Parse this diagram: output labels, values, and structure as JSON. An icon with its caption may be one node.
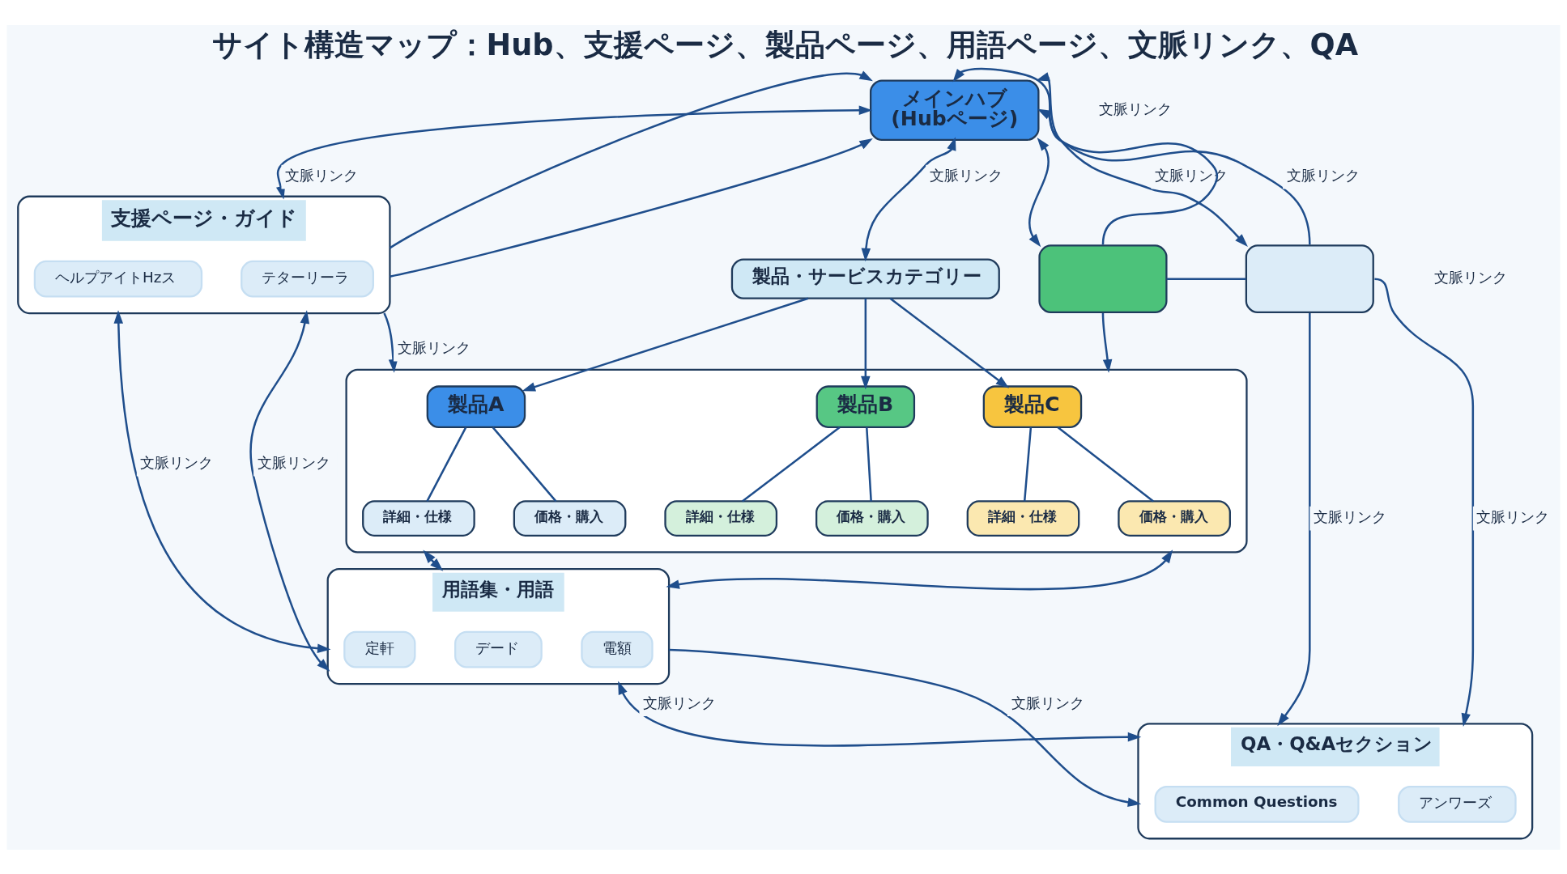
{
  "diagram": {
    "title": "サイト構造マップ：Hub、支援ページ、製品ページ、用語ページ、文脈リンク、QA",
    "nodes": [
      {
        "text": [
          "支援ページ・ガイド"
        ]
      },
      {
        "text": [
          "ヘルプアイトHzス"
        ],
        "in": 0
      },
      {
        "text": [
          "テターリーラ"
        ],
        "in": 0
      },
      {
        "text": [
          "メインハブ",
          "(Hubページ)"
        ]
      },
      {
        "text": [],
        "shape": "box"
      },
      {
        "text": [],
        "shape": "box"
      },
      {
        "text": [
          "製品・サービスカテゴリー"
        ]
      },
      {
        "text": [],
        "shape": "box"
      },
      {
        "text": [
          "製品A"
        ],
        "in": 7
      },
      {
        "text": [
          "詳細・仕様"
        ],
        "in": 7
      },
      {
        "text": [
          "価格・購入"
        ],
        "in": 7
      },
      {
        "text": [
          "製品B"
        ],
        "in": 7
      },
      {
        "text": [
          "詳細・仕様"
        ],
        "in": 7
      },
      {
        "text": [
          "価格・購入"
        ],
        "in": 7
      },
      {
        "text": [
          "製品C"
        ],
        "in": 7
      },
      {
        "text": [
          "詳細・仕様"
        ],
        "in": 7
      },
      {
        "text": [
          "価格・購入"
        ],
        "in": 7
      },
      {
        "text": [
          "用語集・用語"
        ]
      },
      {
        "text": [
          "定軒"
        ],
        "in": 17
      },
      {
        "text": [
          "デード"
        ],
        "in": 17
      },
      {
        "text": [
          "電額"
        ],
        "in": 17
      },
      {
        "text": [
          "QA・Q&Aセクション"
        ]
      },
      {
        "text": [
          "Common Questions"
        ],
        "in": 21
      },
      {
        "text": [
          "アンワーズ"
        ],
        "in": 21
      }
    ],
    "edges": [
      {
        "from": 0,
        "to": 3,
        "arrow": "both",
        "label": "文脈リンク"
      },
      {
        "from": 0,
        "to": 3,
        "arrow": "to"
      },
      {
        "from": 0,
        "to": 3,
        "arrow": "to"
      },
      {
        "from": 3,
        "to": 6,
        "arrow": "both",
        "label": "文脈リンク"
      },
      {
        "from": 5,
        "to": 3,
        "arrow": "to",
        "label": "文脈リンク"
      },
      {
        "from": 3,
        "to": 5,
        "arrow": "both",
        "label": "文脈リンク"
      },
      {
        "from": 3,
        "to": 4,
        "arrow": "both"
      },
      {
        "from": 4,
        "to": 3,
        "arrow": "to"
      },
      {
        "from": 4,
        "to": 5,
        "arrow": "none"
      },
      {
        "from": 5,
        "to": 21,
        "arrow": "to",
        "label": "文脈リンク"
      },
      {
        "from": 5,
        "to": 21,
        "arrow": "to",
        "label": "文脈リンク"
      },
      {
        "from": 4,
        "to": 7,
        "arrow": "to"
      },
      {
        "from": 6,
        "to": 8,
        "arrow": "to"
      },
      {
        "from": 6,
        "to": 11,
        "arrow": "to"
      },
      {
        "from": 6,
        "to": 14,
        "arrow": "to"
      },
      {
        "from": 8,
        "to": 9,
        "arrow": "none"
      },
      {
        "from": 8,
        "to": 10,
        "arrow": "none"
      },
      {
        "from": 11,
        "to": 12,
        "arrow": "none"
      },
      {
        "from": 11,
        "to": 13,
        "arrow": "none"
      },
      {
        "from": 14,
        "to": 15,
        "arrow": "none"
      },
      {
        "from": 14,
        "to": 16,
        "arrow": "none"
      },
      {
        "from": 0,
        "to": 17,
        "arrow": "both",
        "label": "文脈リンク"
      },
      {
        "from": 0,
        "to": 17,
        "arrow": "both",
        "label": "文脈リンク"
      },
      {
        "from": 0,
        "to": 7,
        "arrow": "to",
        "label": "文脈リンク"
      },
      {
        "from": 7,
        "to": 17,
        "arrow": "both"
      },
      {
        "from": 7,
        "to": 17,
        "arrow": "both"
      },
      {
        "from": 17,
        "to": 21,
        "arrow": "to",
        "label": "文脈リンク"
      },
      {
        "from": 17,
        "to": 21,
        "arrow": "both",
        "label": "文脈リンク"
      }
    ],
    "labels": [
      "文脈リンク",
      "文脈リンク"
    ]
  }
}
